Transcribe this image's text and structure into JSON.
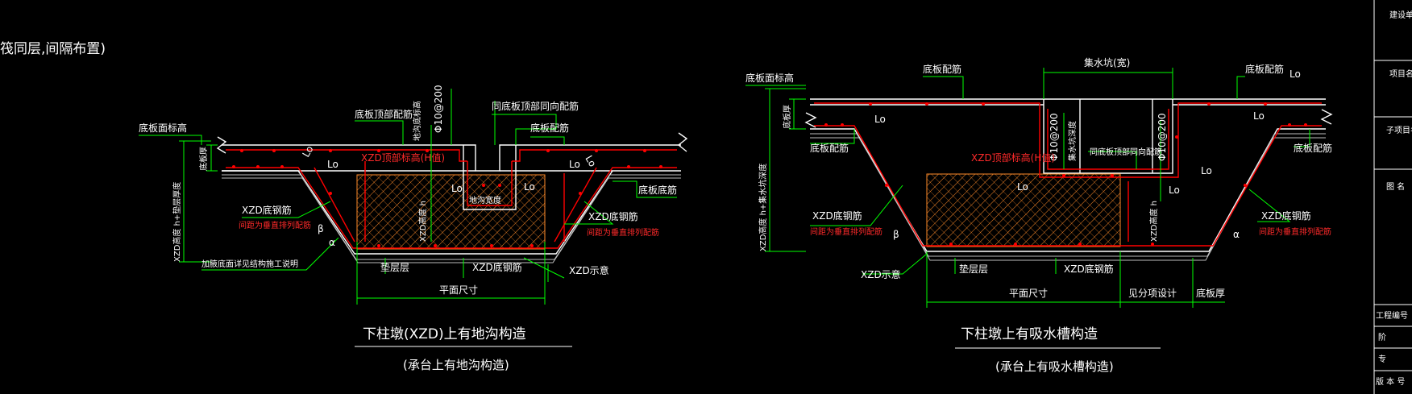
{
  "header_fragment": "筏同层,间隔布置)",
  "left": {
    "labels": {
      "slab_top_elev": "底板面标高",
      "slab_top_rebar": "底板顶部配筋",
      "trench_bottom_elev": "地沟底标高",
      "phi10": "Φ10@200",
      "same_as_slab_top": "同底板顶部同向配筋",
      "slab_rebar": "底板配筋",
      "slab_thick": "底板厚",
      "xzd_vert": "XZD高度 h+垫层厚度",
      "xzd_top_elev": "XZD顶部标高(H值)",
      "lo_1": "Lo",
      "lo_2": "Lo",
      "lo_3": "Lo",
      "lo_4": "Lo",
      "lo_5": "Lo",
      "lo_6": "Lo",
      "xzd_h": "XZD高度 h",
      "trench_width": "地沟宽度",
      "slab_bottom_rebar": "底板底筋",
      "xzd_bottom_left": "XZD底钢筋",
      "xzd_bottom_left_note": "间距为垂直排列配筋",
      "xzd_bottom_right": "XZD底钢筋",
      "xzd_bottom_right_note": "间距为垂直排列配筋",
      "beta": "β",
      "alpha": "α",
      "xzd_bottom_note": "加腋底面详见结构施工说明",
      "cushion": "垫层层",
      "xzd_rebar": "XZD底钢筋",
      "xzd_shape": "XZD示意",
      "plan_size": "平面尺寸"
    },
    "title": "下柱墩(XZD)上有地沟构造",
    "subtitle": "(承台上有地沟构造)"
  },
  "right": {
    "labels": {
      "slab_top_elev": "底板面标高",
      "slab_rebar_top": "底板配筋",
      "sump_width": "集水坑(宽)",
      "slab_rebar_right": "底板配筋",
      "lo_top": "Lo",
      "xzd_vert": "XZD高度 h+集水坑深度",
      "lo_1": "Lo",
      "slab_thick": "底板厚",
      "phi10_a": "Φ10@200",
      "sump_depth": "集水坑深度",
      "phi10_b": "Φ10@200",
      "lo_2": "Lo",
      "slab_rebar_r2": "底板配筋",
      "slab_rebar_left": "底板配筋",
      "xzd_top_elev": "XZD顶部标高(H值)",
      "same_as_slab_top": "同底板顶部同向配筋",
      "lo_3": "Lo",
      "lo_4": "Lo",
      "lo_5": "Lo",
      "xzd_h": "XZD高度 h",
      "xzd_bottom_left": "XZD底钢筋",
      "xzd_bottom_left_note": "间距为垂直排列配筋",
      "xzd_bottom_right": "XZD底钢筋",
      "xzd_bottom_right_note": "间距为垂直排列配筋",
      "beta": "β",
      "alpha": "α",
      "xzd_shape": "XZD示意",
      "cushion": "垫层层",
      "xzd_rebar": "XZD底钢筋",
      "plan_size": "平面尺寸",
      "see_design": "见分项设计",
      "slab_thick_b": "底板厚"
    },
    "title": "下柱墩上有吸水槽构造",
    "subtitle": "(承台上有吸水槽构造)"
  },
  "title_block": {
    "rows": [
      "建设单位",
      "项目名称",
      "子项目名称",
      "图 名",
      "工程编号",
      "阶",
      "专",
      "版 本 号"
    ]
  }
}
